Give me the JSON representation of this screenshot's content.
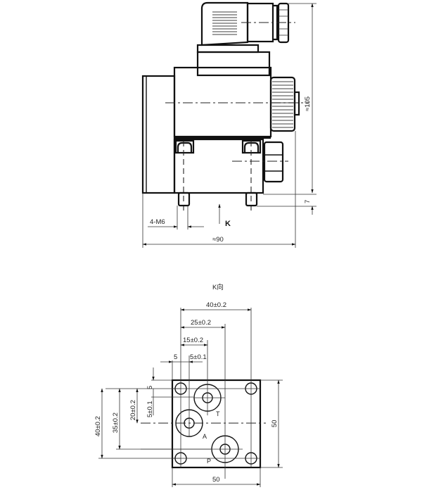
{
  "side_view": {
    "height_dim": "≈105",
    "length_dim": "≈90",
    "screw_label": "4-M6",
    "pin_dim": "7",
    "view_arrow_label": "K"
  },
  "bottom_view": {
    "title": "K向",
    "dims": {
      "top_40": "40±0.2",
      "top_25": "25±0.2",
      "top_15": "15±0.2",
      "top_5": "5",
      "top_5b": "5±0.1",
      "left_5": "5",
      "left_5b": "5±0.1",
      "left_20": "20±0.2",
      "left_35": "35±0.2",
      "left_40": "40±0.2",
      "right_50": "50",
      "bottom_50": "50"
    },
    "ports": {
      "t": "T",
      "a": "A",
      "p": "P"
    }
  },
  "colors": {
    "line": "#111111",
    "background": "#ffffff"
  }
}
